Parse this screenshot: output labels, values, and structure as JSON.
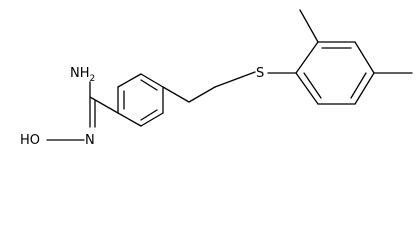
{
  "molecule": {
    "labels": {
      "amine": "NH",
      "amine_subscript": "2",
      "oxime": "HO",
      "oxime_n": "N",
      "sulfur": "S"
    }
  }
}
